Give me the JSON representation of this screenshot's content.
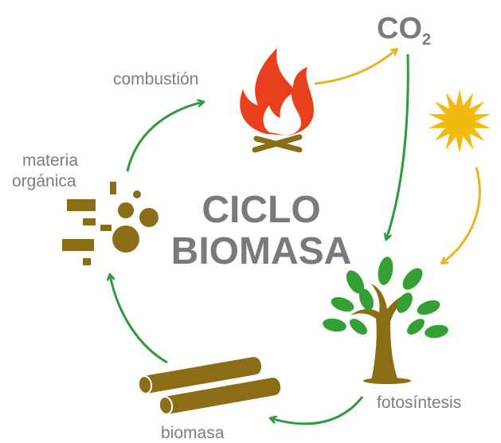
{
  "title": {
    "line1": "CICLO",
    "line2": "BIOMASA"
  },
  "co2": {
    "main": "CO",
    "subscript": "2"
  },
  "labels": {
    "combustion": "combustión",
    "materia_line1": "materia",
    "materia_line2": "orgánica",
    "fotosintesis": "fotosíntesis",
    "biomasa": "biomasa"
  },
  "colors": {
    "text": "#7d7d7d",
    "green_arrow": "#2e9a3c",
    "yellow_arrow": "#e6b41e",
    "sun": "#f2b90e",
    "fire_red": "#e8401c",
    "wood": "#8a6d16",
    "leaf": "#34a033"
  },
  "icons": [
    "fire-icon",
    "sun-icon",
    "tree-icon",
    "logs-icon",
    "organic-matter-icon"
  ]
}
